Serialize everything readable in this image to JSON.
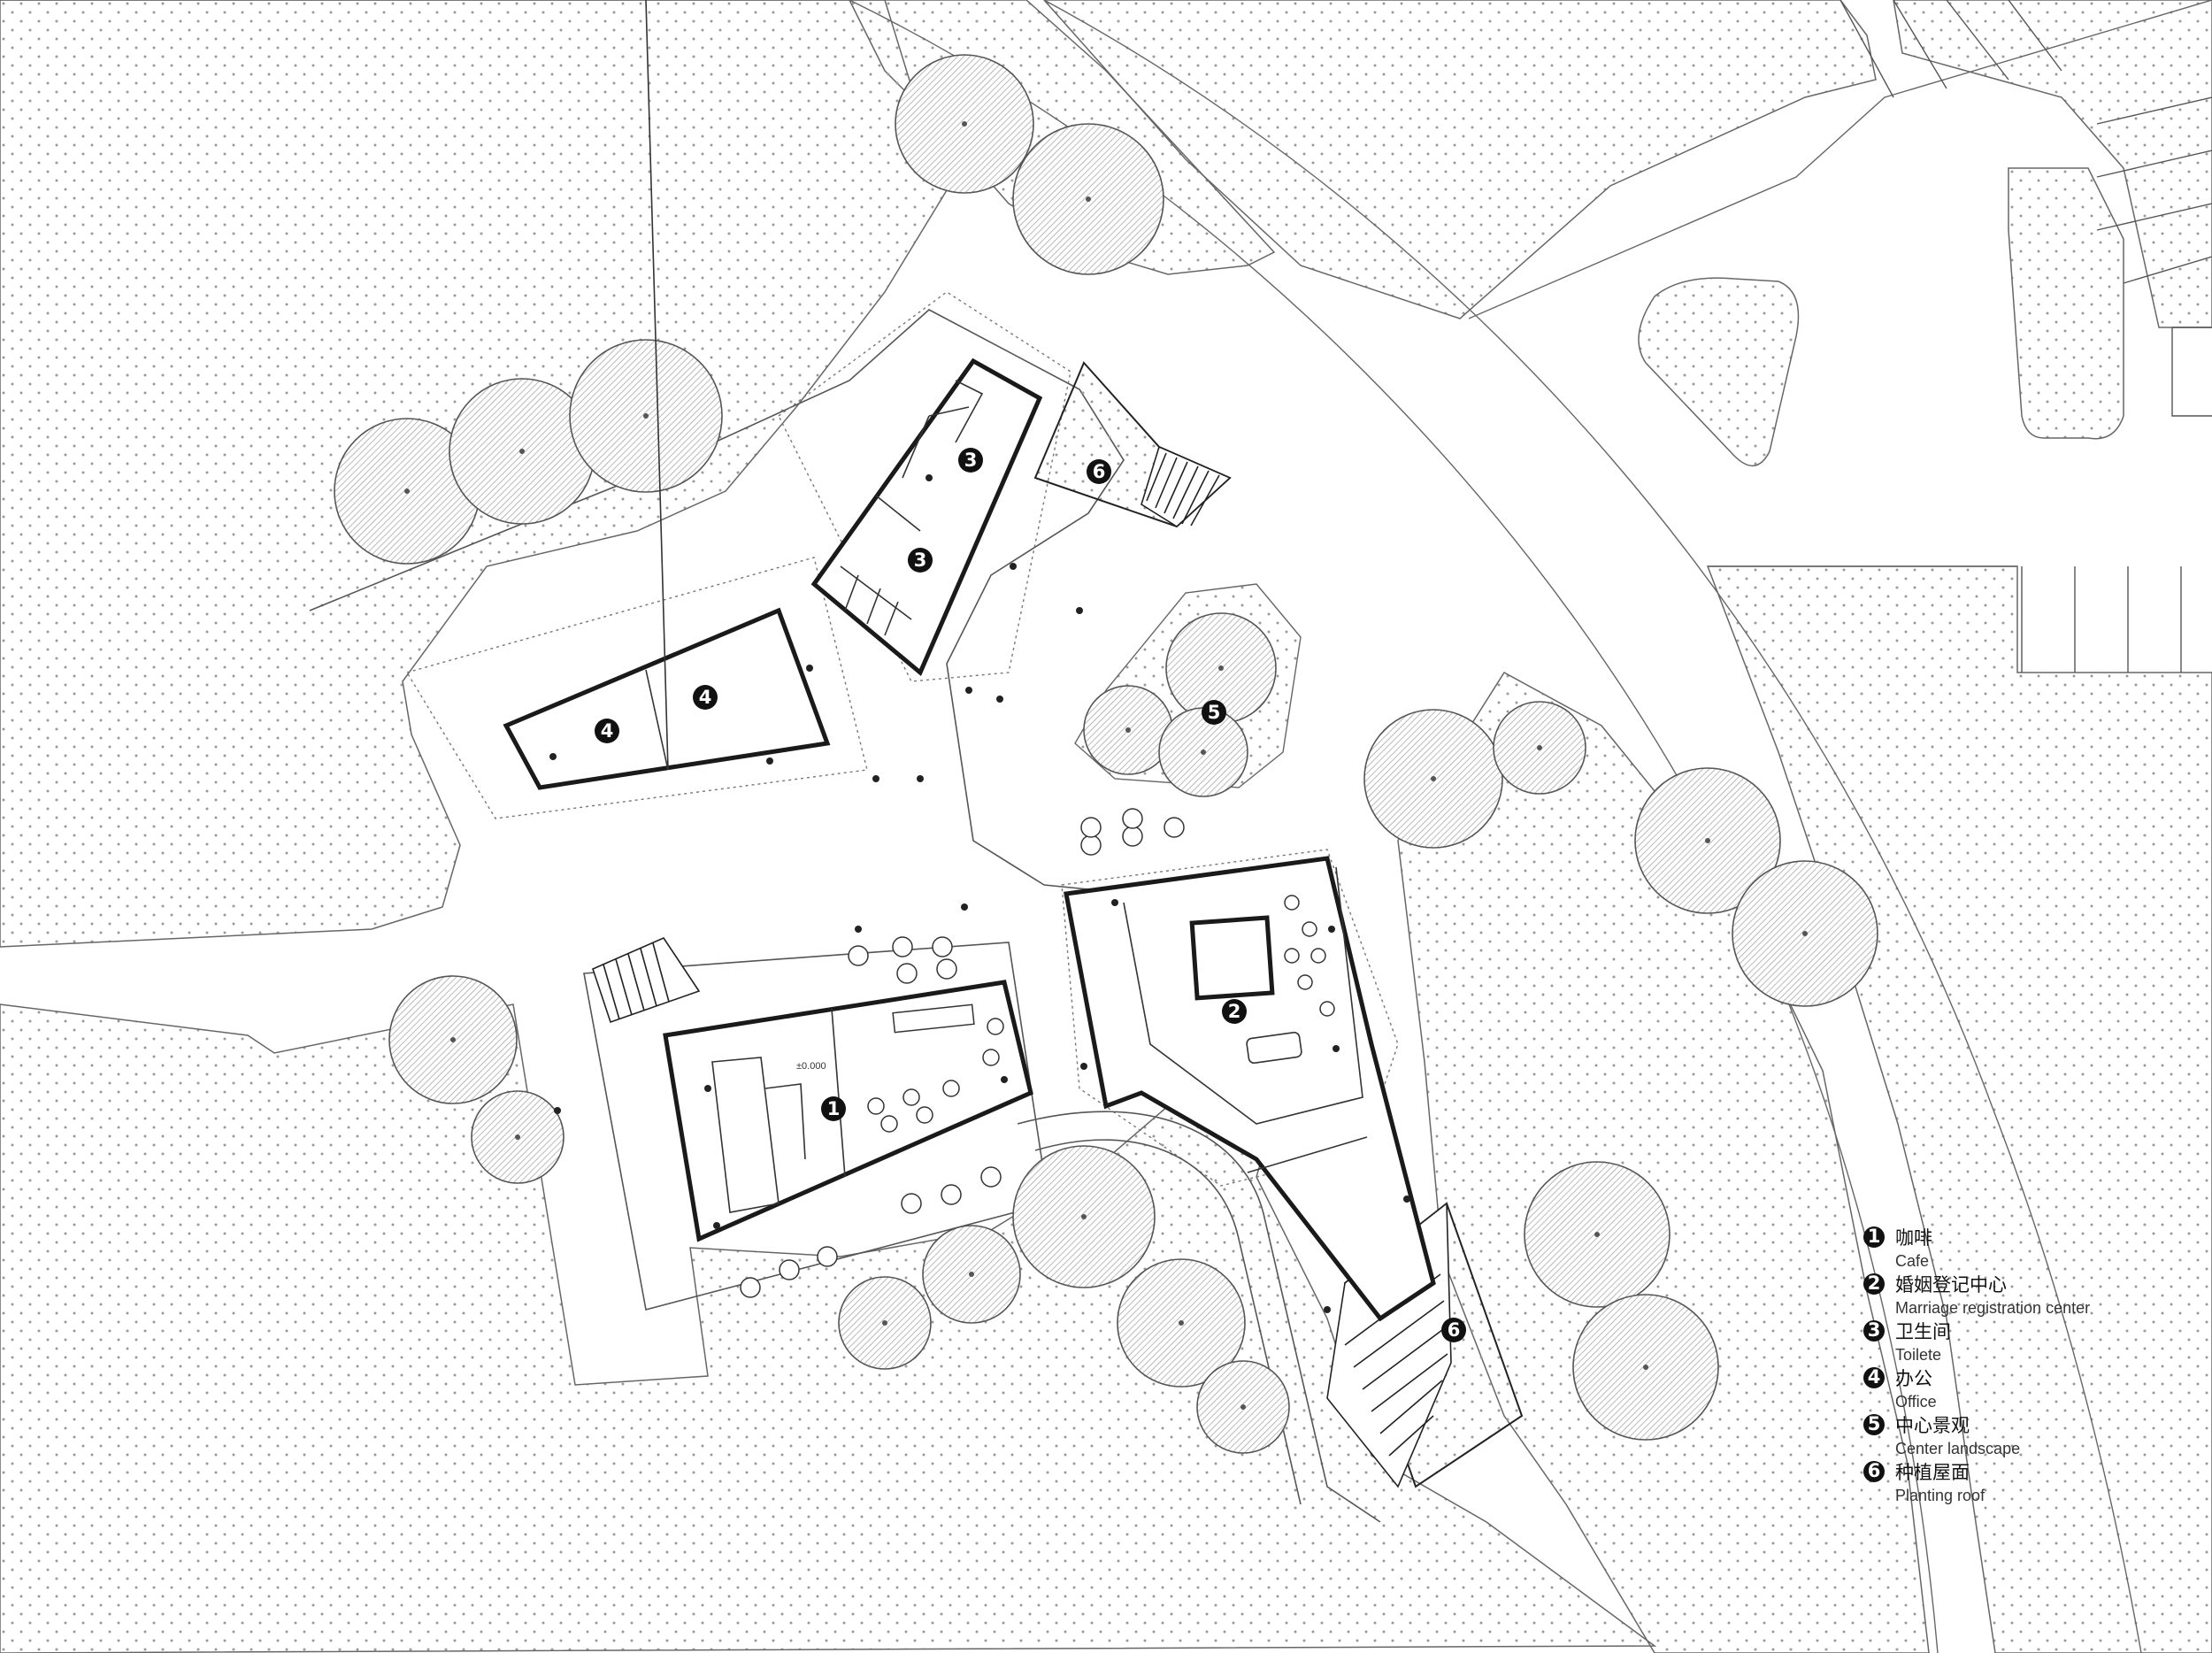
{
  "plan": {
    "level_mark": "±0.000",
    "area_tags": [
      {
        "id": "cafe",
        "number": "1"
      },
      {
        "id": "marriage",
        "number": "2"
      },
      {
        "id": "toilet-a",
        "number": "3"
      },
      {
        "id": "toilet-b",
        "number": "3"
      },
      {
        "id": "office-a",
        "number": "4"
      },
      {
        "id": "office-b",
        "number": "4"
      },
      {
        "id": "landscape",
        "number": "5"
      },
      {
        "id": "roof-a",
        "number": "6"
      },
      {
        "id": "roof-b",
        "number": "6"
      }
    ]
  },
  "legend": {
    "items": [
      {
        "number": "1",
        "cn": "咖啡",
        "en": "Cafe"
      },
      {
        "number": "2",
        "cn": "婚姻登记中心",
        "en": "Marriage registration center"
      },
      {
        "number": "3",
        "cn": "卫生间",
        "en": "Toilete"
      },
      {
        "number": "4",
        "cn": "办公",
        "en": "Office"
      },
      {
        "number": "5",
        "cn": "中心景观",
        "en": "Center landscape"
      },
      {
        "number": "6",
        "cn": "种植屋面",
        "en": "Planting roof"
      }
    ]
  },
  "colors": {
    "background": "#ffffff",
    "ink": "#111111",
    "lawn_dot": "#9a9a9a",
    "tree_hatch": "#a8a8a8"
  }
}
